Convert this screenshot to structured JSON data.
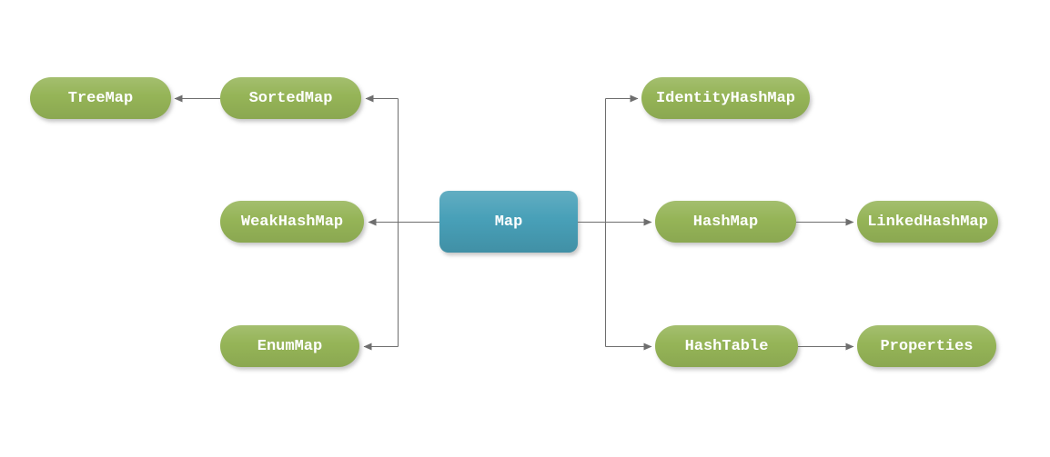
{
  "diagram": {
    "nodes": {
      "map": {
        "label": "Map"
      },
      "treemap": {
        "label": "TreeMap"
      },
      "sortedmap": {
        "label": "SortedMap"
      },
      "weakhashmap": {
        "label": "WeakHashMap"
      },
      "enummap": {
        "label": "EnumMap"
      },
      "identityhashmap": {
        "label": "IdentityHashMap"
      },
      "hashmap": {
        "label": "HashMap"
      },
      "linkedhashmap": {
        "label": "LinkedHashMap"
      },
      "hashtable": {
        "label": "HashTable"
      },
      "properties": {
        "label": "Properties"
      }
    },
    "edges": [
      {
        "from": "sortedmap",
        "to": "treemap"
      },
      {
        "from": "map",
        "to": "sortedmap"
      },
      {
        "from": "map",
        "to": "weakhashmap"
      },
      {
        "from": "map",
        "to": "enummap"
      },
      {
        "from": "map",
        "to": "identityhashmap"
      },
      {
        "from": "map",
        "to": "hashmap"
      },
      {
        "from": "map",
        "to": "hashtable"
      },
      {
        "from": "hashmap",
        "to": "linkedhashmap"
      },
      {
        "from": "hashtable",
        "to": "properties"
      }
    ],
    "colors": {
      "node_green": "#95b457",
      "node_blue": "#48a0b8",
      "connector": "#6e6e6e"
    }
  }
}
